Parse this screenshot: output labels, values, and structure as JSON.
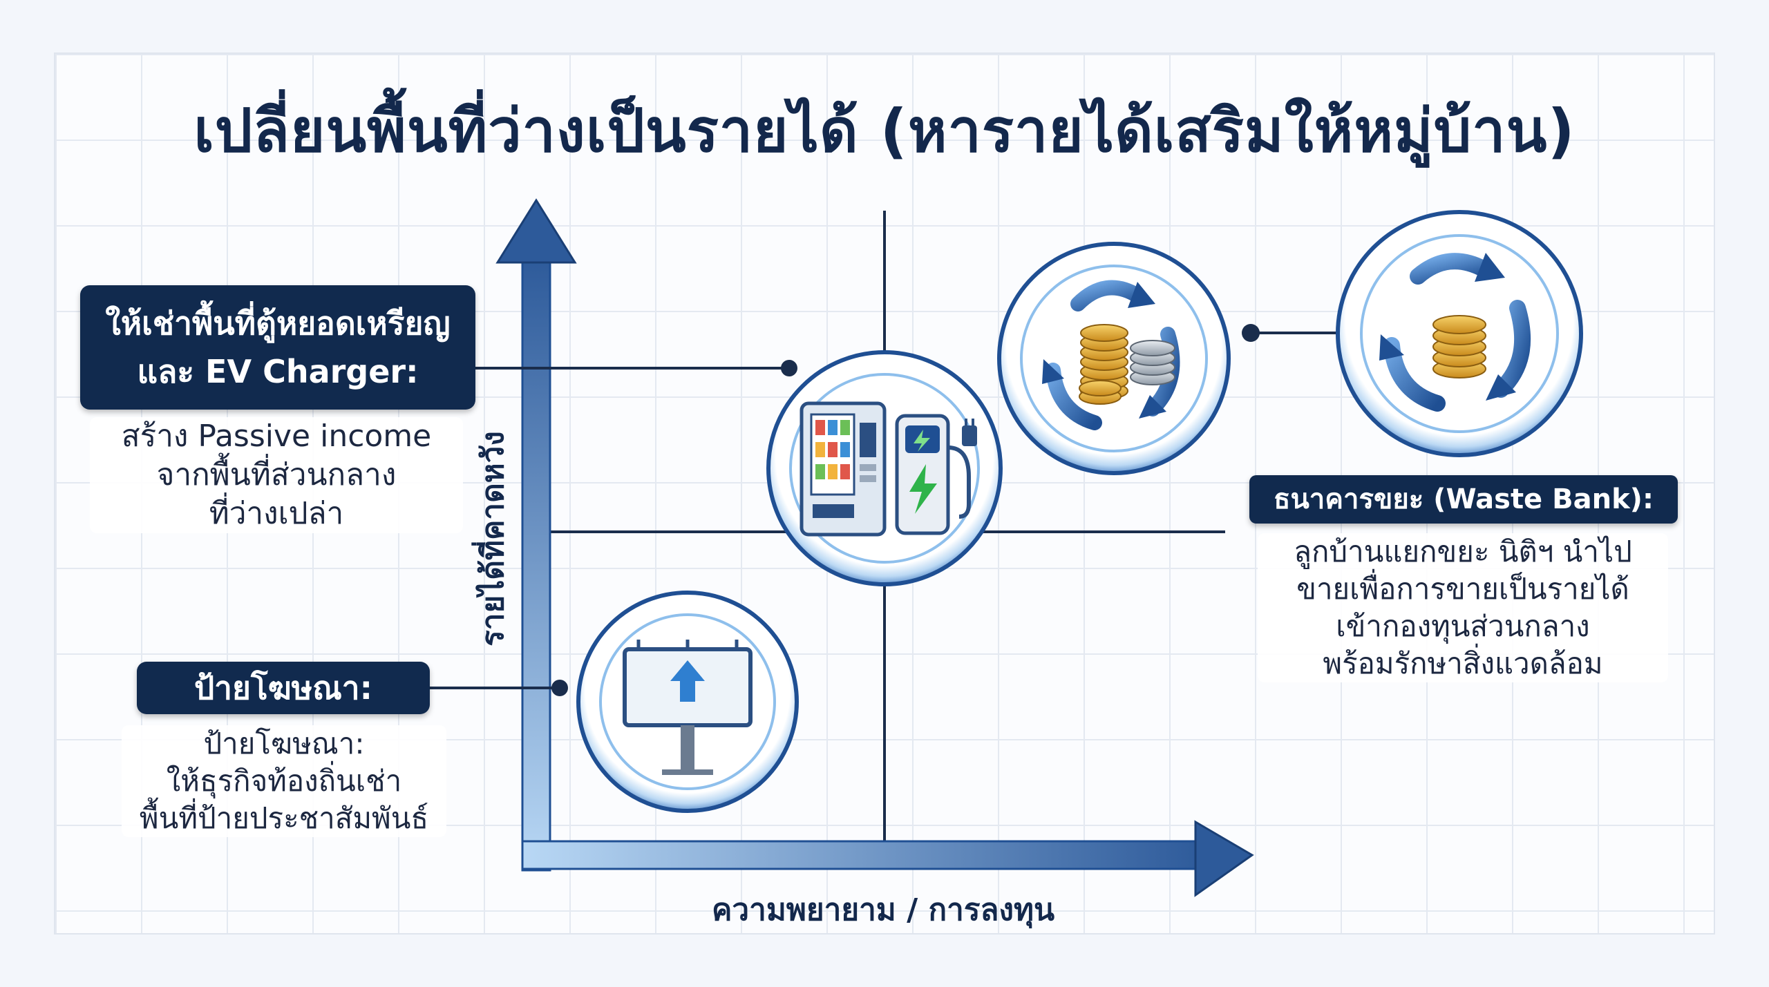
{
  "title": "เปลี่ยนพื้นที่ว่างเป็นรายได้ (หารายได้เสริมให้หมู่บ้าน)",
  "axes": {
    "x_label": "ความพยายาม / การลงทุน",
    "y_label": "รายได้ที่คาดหวัง"
  },
  "items": {
    "vending_ev": {
      "heading": [
        "ให้เช่าพื้นที่ตู้หยอดเหรียญ",
        "และ EV Charger:"
      ],
      "description": [
        "สร้าง Passive income",
        "จากพื้นที่ส่วนกลาง",
        "ที่ว่างเปล่า"
      ],
      "icons": [
        "vending-machine-icon",
        "ev-charger-icon"
      ]
    },
    "billboard": {
      "heading": "ป้ายโฆษณา:",
      "description": [
        "ป้ายโฆษณา:",
        "ให้ธุรกิจท้องถิ่นเช่า",
        "พื้นที่ป้ายประชาสัมพันธ์"
      ],
      "icons": [
        "billboard-icon"
      ]
    },
    "waste_bank": {
      "heading": "ธนาคารขยะ (Waste Bank):",
      "description": [
        "ลูกบ้านแยกขยะ นิติฯ นำไป",
        "ขายเพื่อการขายเป็นรายได้",
        "เข้ากองทุนส่วนกลาง",
        "พร้อมรักษาสิ่งแวดล้อม"
      ],
      "icons": [
        "recycle-coins-icon"
      ]
    }
  },
  "colors": {
    "navy": "#112a4e",
    "axis_light": "#9ec6ee",
    "axis_dark": "#2d5a9a",
    "ring_outer": "#2f66ae",
    "ring_inner": "#7fb6ea",
    "coin": "#e0a832",
    "ev_green": "#2fb34a"
  }
}
